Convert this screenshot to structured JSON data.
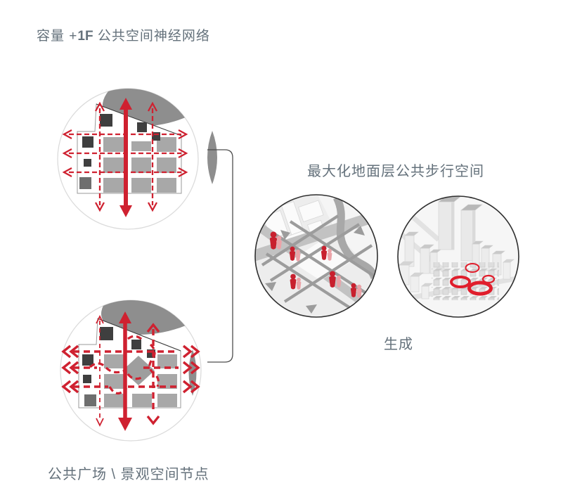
{
  "labels": {
    "title_prefix": "容量 +",
    "title_bold": "1F",
    "title_suffix": " 公共空间神经网络",
    "mid_title": "最大化地面层公共步行空间",
    "generate": "生成",
    "bottom_caption": "公共广场 \\ 景观空间节点"
  },
  "icons": {
    "diagram_top": "capacity-grid-diagram-icon",
    "diagram_bottom": "plaza-nodes-diagram-icon",
    "photo_left": "pedestrian-flow-map-icon",
    "photo_right": "massing-model-icon",
    "connector": "curly-bracket-connector"
  },
  "colors": {
    "text": "#64717b",
    "red": "#cf2130",
    "person_dark": "#c8202e",
    "person_light": "#eba3a8",
    "blob": "#8e8e8e",
    "sq_gray": "#a8a8a8",
    "sq_dark": "#3f3f3f",
    "sq_mid": "#6e6e6e",
    "circle_border": "#dbdbdb",
    "photo_border": "#2f2f2f",
    "bracket": "#4d4d4d",
    "road": "#c2c2c2",
    "lattice": "#9c9c9c",
    "ribbon": "#a8a8a8",
    "bg": "#ffffff"
  }
}
